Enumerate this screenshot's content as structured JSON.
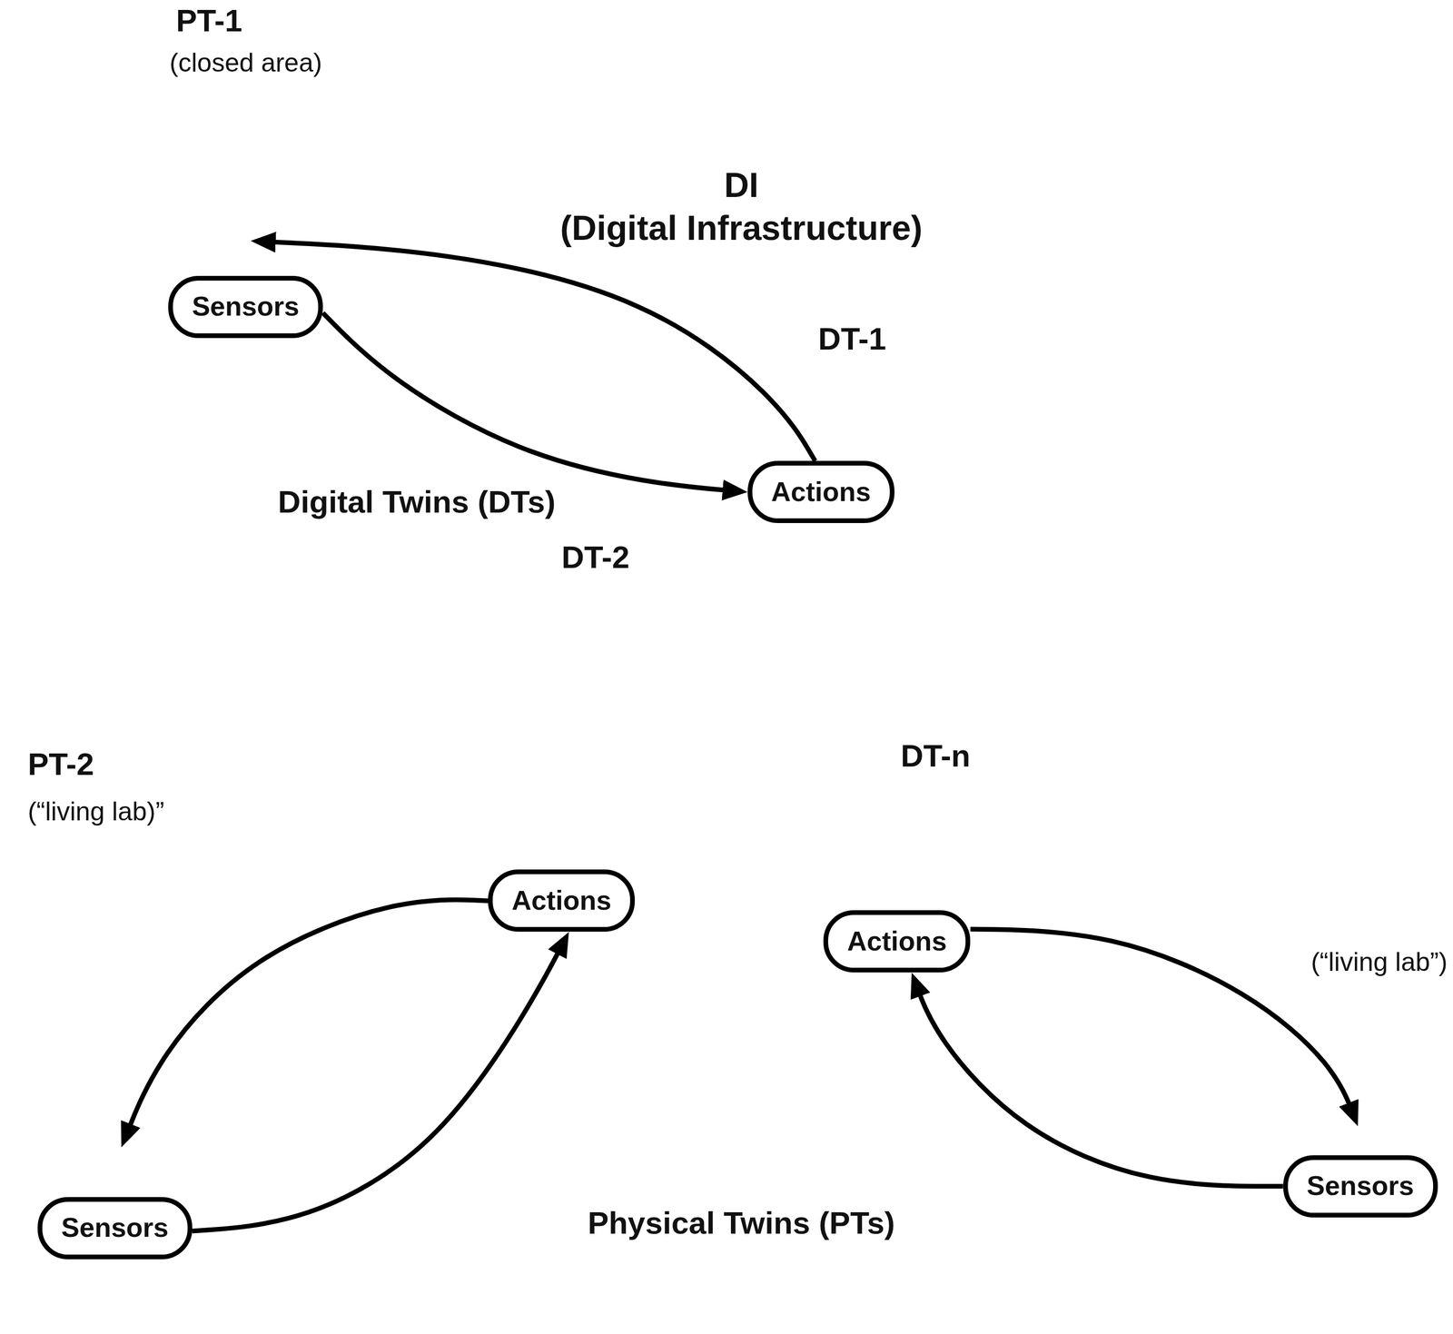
{
  "diagram": {
    "nodes": [
      {
        "text": [
          "PT-1",
          "(closed area)"
        ]
      },
      {
        "text": [
          "Sensors"
        ],
        "in": 0
      },
      {
        "text": [
          "DI",
          "(Digital Infrastructure)",
          "Digital Twins (DTs)"
        ]
      },
      {
        "text": [
          "DT-1"
        ],
        "in": 2
      },
      {
        "text": [
          "Actions"
        ],
        "in": 3
      },
      {
        "text": [
          "DT-2"
        ],
        "in": 2
      },
      {
        "text": [
          "Actions"
        ],
        "in": 5
      },
      {
        "text": [
          "PT-2",
          "(“living lab)”"
        ]
      },
      {
        "text": [
          "Sensors"
        ],
        "in": 7
      },
      {
        "text": [
          "DT-n"
        ],
        "in": 2
      },
      {
        "text": [
          "Actions"
        ],
        "in": 9
      },
      {
        "text": [
          "(“living lab”)"
        ]
      },
      {
        "text": [
          "Sensors"
        ],
        "in": 11
      }
    ],
    "edges": [
      {
        "from": 1,
        "to": 4,
        "arrow": "to"
      },
      {
        "from": 4,
        "to": 0,
        "arrow": "to"
      },
      {
        "from": 6,
        "to": 7,
        "arrow": "to"
      },
      {
        "from": 8,
        "to": 6,
        "arrow": "to"
      },
      {
        "from": 10,
        "to": 11,
        "arrow": "to"
      },
      {
        "from": 12,
        "to": 10,
        "arrow": "to"
      }
    ],
    "labels": [
      "Physical Twins (PTs)"
    ]
  }
}
